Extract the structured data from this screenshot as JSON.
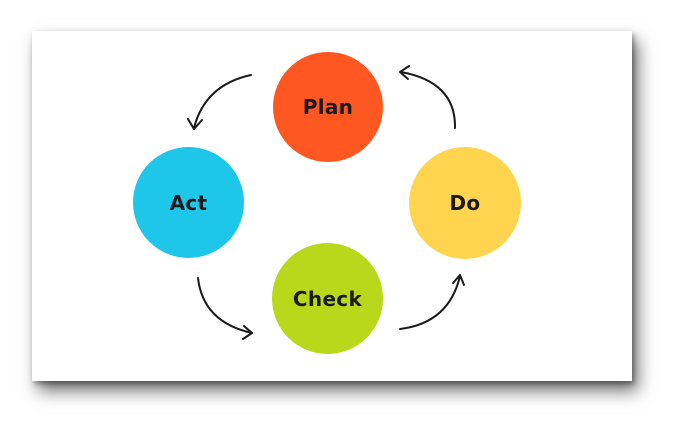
{
  "diagram": {
    "nodes": [
      {
        "id": "plan",
        "label": "Plan",
        "color": "#ff5722"
      },
      {
        "id": "do",
        "label": "Do",
        "color": "#ffd54f"
      },
      {
        "id": "check",
        "label": "Check",
        "color": "#b9d81c"
      },
      {
        "id": "act",
        "label": "Act",
        "color": "#1ec6ea"
      }
    ],
    "arrows": [
      {
        "from": "plan",
        "to": "act"
      },
      {
        "from": "act",
        "to": "check"
      },
      {
        "from": "check",
        "to": "do"
      },
      {
        "from": "do",
        "to": "plan"
      }
    ],
    "cycle_direction": "counter-clockwise",
    "arrow_color": "#1a1a1a",
    "card_background": "#ffffff"
  }
}
